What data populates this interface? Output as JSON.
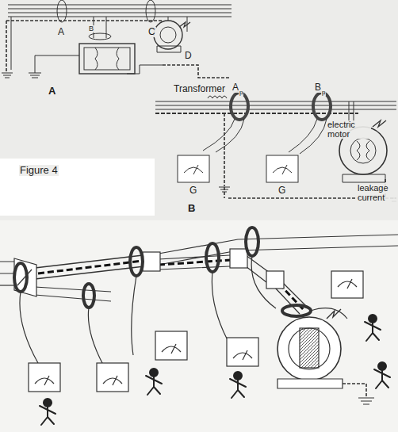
{
  "diagram": {
    "labels": [
      "B",
      "A",
      "C",
      "D",
      "A",
      "Figure 4",
      "Transformer",
      "A",
      "p",
      "B",
      "p",
      "G",
      "G",
      "electric motor",
      "leakage current",
      "B"
    ]
  }
}
